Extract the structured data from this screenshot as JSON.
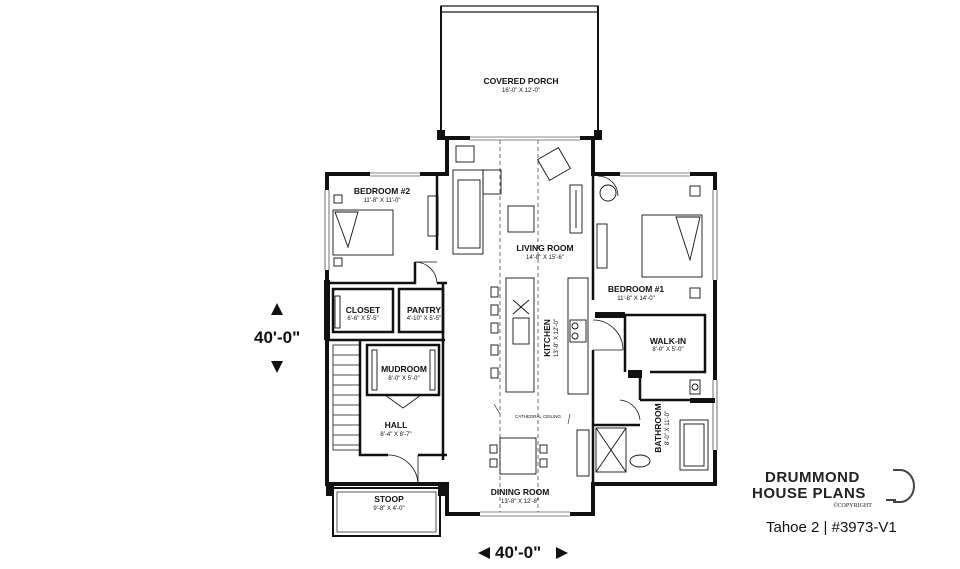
{
  "rooms": {
    "covered_porch": {
      "name": "COVERED PORCH",
      "dims": "16'-0\" X 12'-0\""
    },
    "bedroom2": {
      "name": "BEDROOM #2",
      "dims": "11'-8\" X 11'-0\""
    },
    "living_room": {
      "name": "LIVING ROOM",
      "dims": "14'-8\" X 15'-6\""
    },
    "bedroom1": {
      "name": "BEDROOM #1",
      "dims": "11'-8\" X 14'-0\""
    },
    "closet": {
      "name": "CLOSET",
      "dims": "6'-6\" X 5'-5\""
    },
    "pantry": {
      "name": "PANTRY",
      "dims": "4'-10\" X 5'-5\""
    },
    "kitchen": {
      "name": "KITCHEN",
      "dims": "13'-8\" X 12'-0\""
    },
    "walkin": {
      "name": "WALK-IN",
      "dims": "8'-0\" X 5'-0\""
    },
    "mudroom": {
      "name": "MUDROOM",
      "dims": "8'-0\" X 5'-0\""
    },
    "hall": {
      "name": "HALL",
      "dims": "8'-4\" X 8'-7\""
    },
    "bathroom": {
      "name": "BATHROOM",
      "dims": "8'-0\" X 11'-0\""
    },
    "dining_room": {
      "name": "DINING ROOM",
      "dims": "13'-8\" X 12'-8\""
    },
    "stoop": {
      "name": "STOOP",
      "dims": "9'-8\" X 4'-0\""
    }
  },
  "annotations": {
    "cathedral_ceiling": "CATHEDRAL CEILING"
  },
  "dimensions": {
    "vertical": "40'-0\"",
    "horizontal": "40'-0\""
  },
  "branding": {
    "line1": "DRUMMOND",
    "line2": "HOUSE PLANS",
    "copyright": "©COPYRIGHT"
  },
  "plan_title": "Tahoe 2 | #3973-V1"
}
